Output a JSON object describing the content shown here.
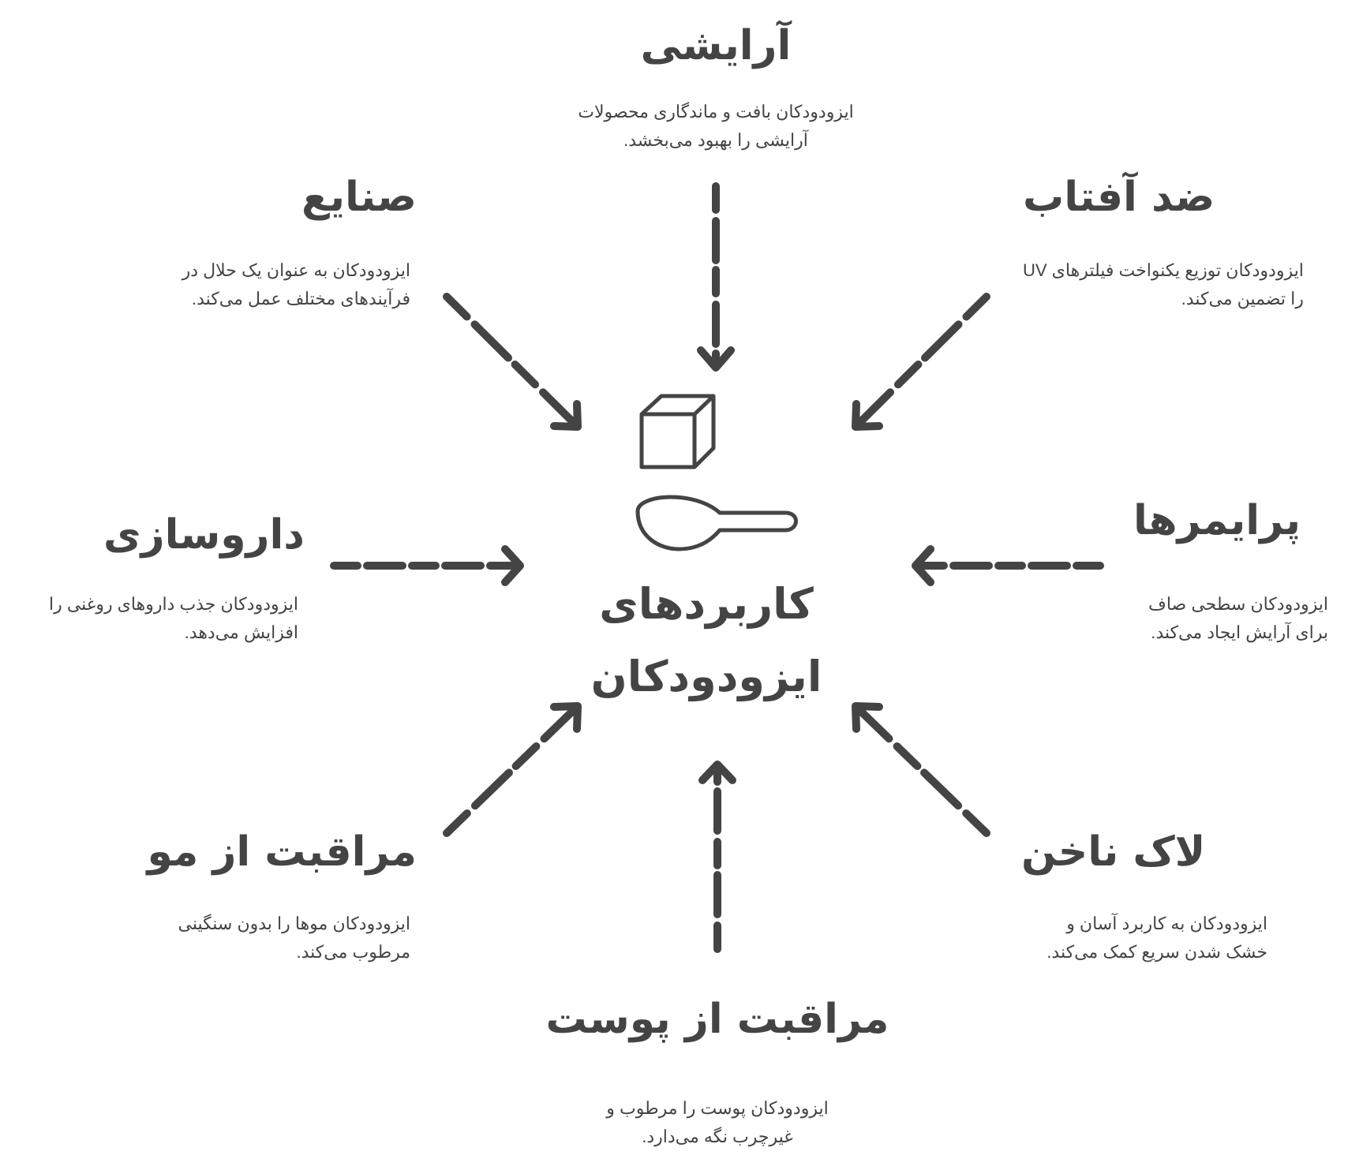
{
  "center": {
    "line1": "کاربردهای",
    "line2": "ایزودودکان"
  },
  "nodes": {
    "cosmetics": {
      "title": "آرایشی",
      "line1": "ایزودودکان بافت و ماندگاری محصولات",
      "line2": "آرایشی را بهبود می‌بخشد."
    },
    "industry": {
      "title": "صنایع",
      "line1": "ایزودودکان به عنوان یک حلال در",
      "line2": "فرآیندهای مختلف عمل می‌کند."
    },
    "sunscreen": {
      "title": "ضد آفتاب",
      "line1": "ایزودودکان توزیع یکنواخت فیلترهای UV",
      "line2": "را تضمین می‌کند."
    },
    "pharma": {
      "title": "داروسازی",
      "line1": "ایزودودکان جذب داروهای روغنی را",
      "line2": "افزایش می‌دهد."
    },
    "primers": {
      "title": "پرایمرها",
      "line1": "ایزودودکان سطحی صاف",
      "line2": "برای آرایش ایجاد می‌کند."
    },
    "haircare": {
      "title": "مراقبت از مو",
      "line1": "ایزودودکان موها را بدون سنگینی",
      "line2": "مرطوب می‌کند."
    },
    "nailpolish": {
      "title": "لاک ناخن",
      "line1": "ایزودودکان به کاربرد آسان و",
      "line2": "خشک شدن سریع کمک می‌کند."
    },
    "skincare": {
      "title": "مراقبت از پوست",
      "line1": "ایزودودکان پوست را مرطوب و",
      "line2": "غیرچرب نگه می‌دارد."
    }
  },
  "colors": {
    "ink": "#444444",
    "background": "#ffffff"
  }
}
